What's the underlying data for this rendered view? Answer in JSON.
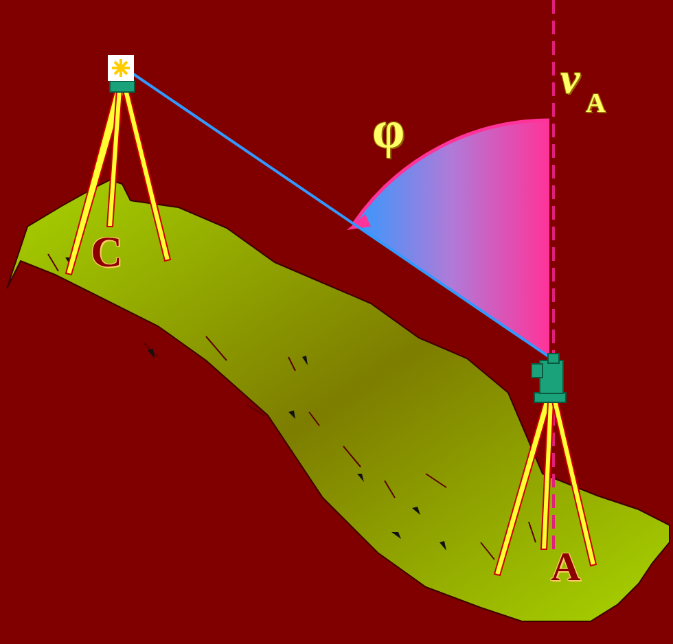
{
  "diagram": {
    "labels": [
      "C",
      "φ",
      "v",
      "A",
      "A"
    ]
  }
}
